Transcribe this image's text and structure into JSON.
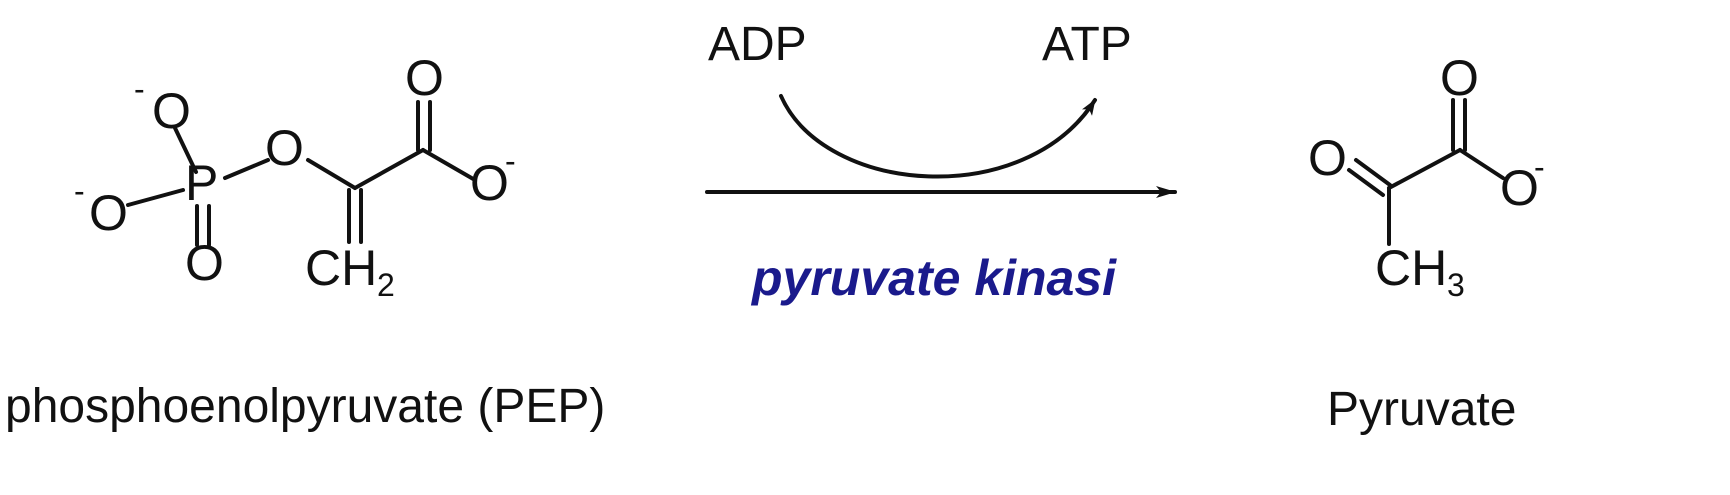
{
  "reaction": {
    "reactant": {
      "name": "phosphoenolpyruvate (PEP)",
      "atoms": {
        "P": "P",
        "O": "O",
        "charge": "-",
        "CH": "CH",
        "h_count": "2"
      }
    },
    "product": {
      "name": "Pyruvate",
      "atoms": {
        "O": "O",
        "charge": "-",
        "CH": "CH",
        "h_count": "3"
      }
    },
    "cofactor_in": "ADP",
    "cofactor_out": "ATP",
    "enzyme": "pyruvate kinasi"
  },
  "colors": {
    "enzyme_text": "#1a1a8c",
    "ink": "#111111"
  }
}
